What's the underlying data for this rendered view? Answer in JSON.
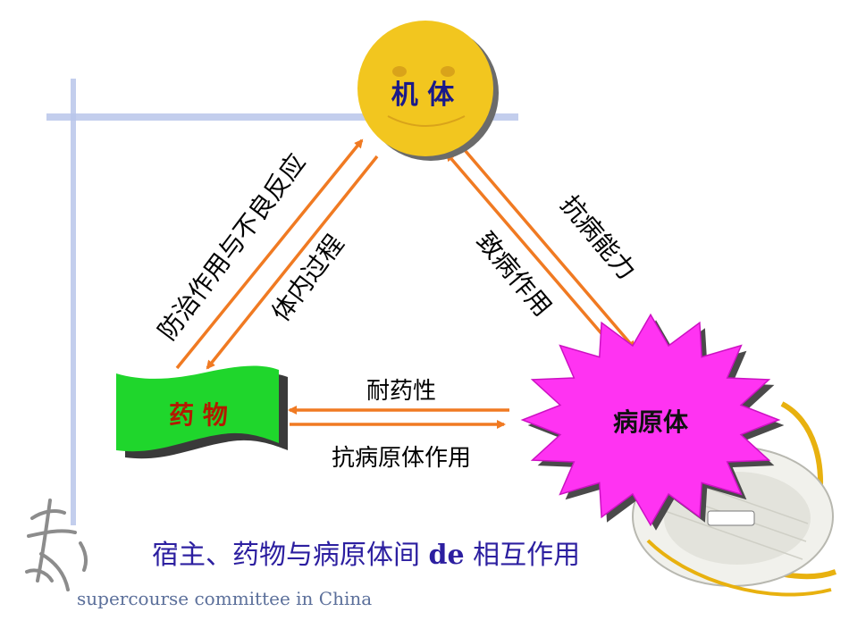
{
  "nodes": {
    "body": {
      "label": "机 体",
      "color": "#f2c61f"
    },
    "drug": {
      "label": "药 物",
      "color": "#1fd62c"
    },
    "pathogen": {
      "label": "病原体",
      "color": "#ff33f2"
    }
  },
  "edges": {
    "drug_to_body": "防治作用与不良反应",
    "body_to_drug": "体内过程",
    "pathogen_to_body": "致病作用",
    "body_to_pathogen": "抗病能力",
    "pathogen_to_drug": "耐药性",
    "drug_to_pathogen": "抗病原体作用"
  },
  "caption": {
    "before": "宿主、药物与病原体间 ",
    "de": "de",
    "after": " 相互作用"
  },
  "org": "supercourse committee in China",
  "colors": {
    "arrow": "#f07a22",
    "node_label": "#1a1a8a",
    "drug_label": "#b31a00",
    "caption": "#2c1fa0",
    "guide_line": "#b9c6ea"
  }
}
